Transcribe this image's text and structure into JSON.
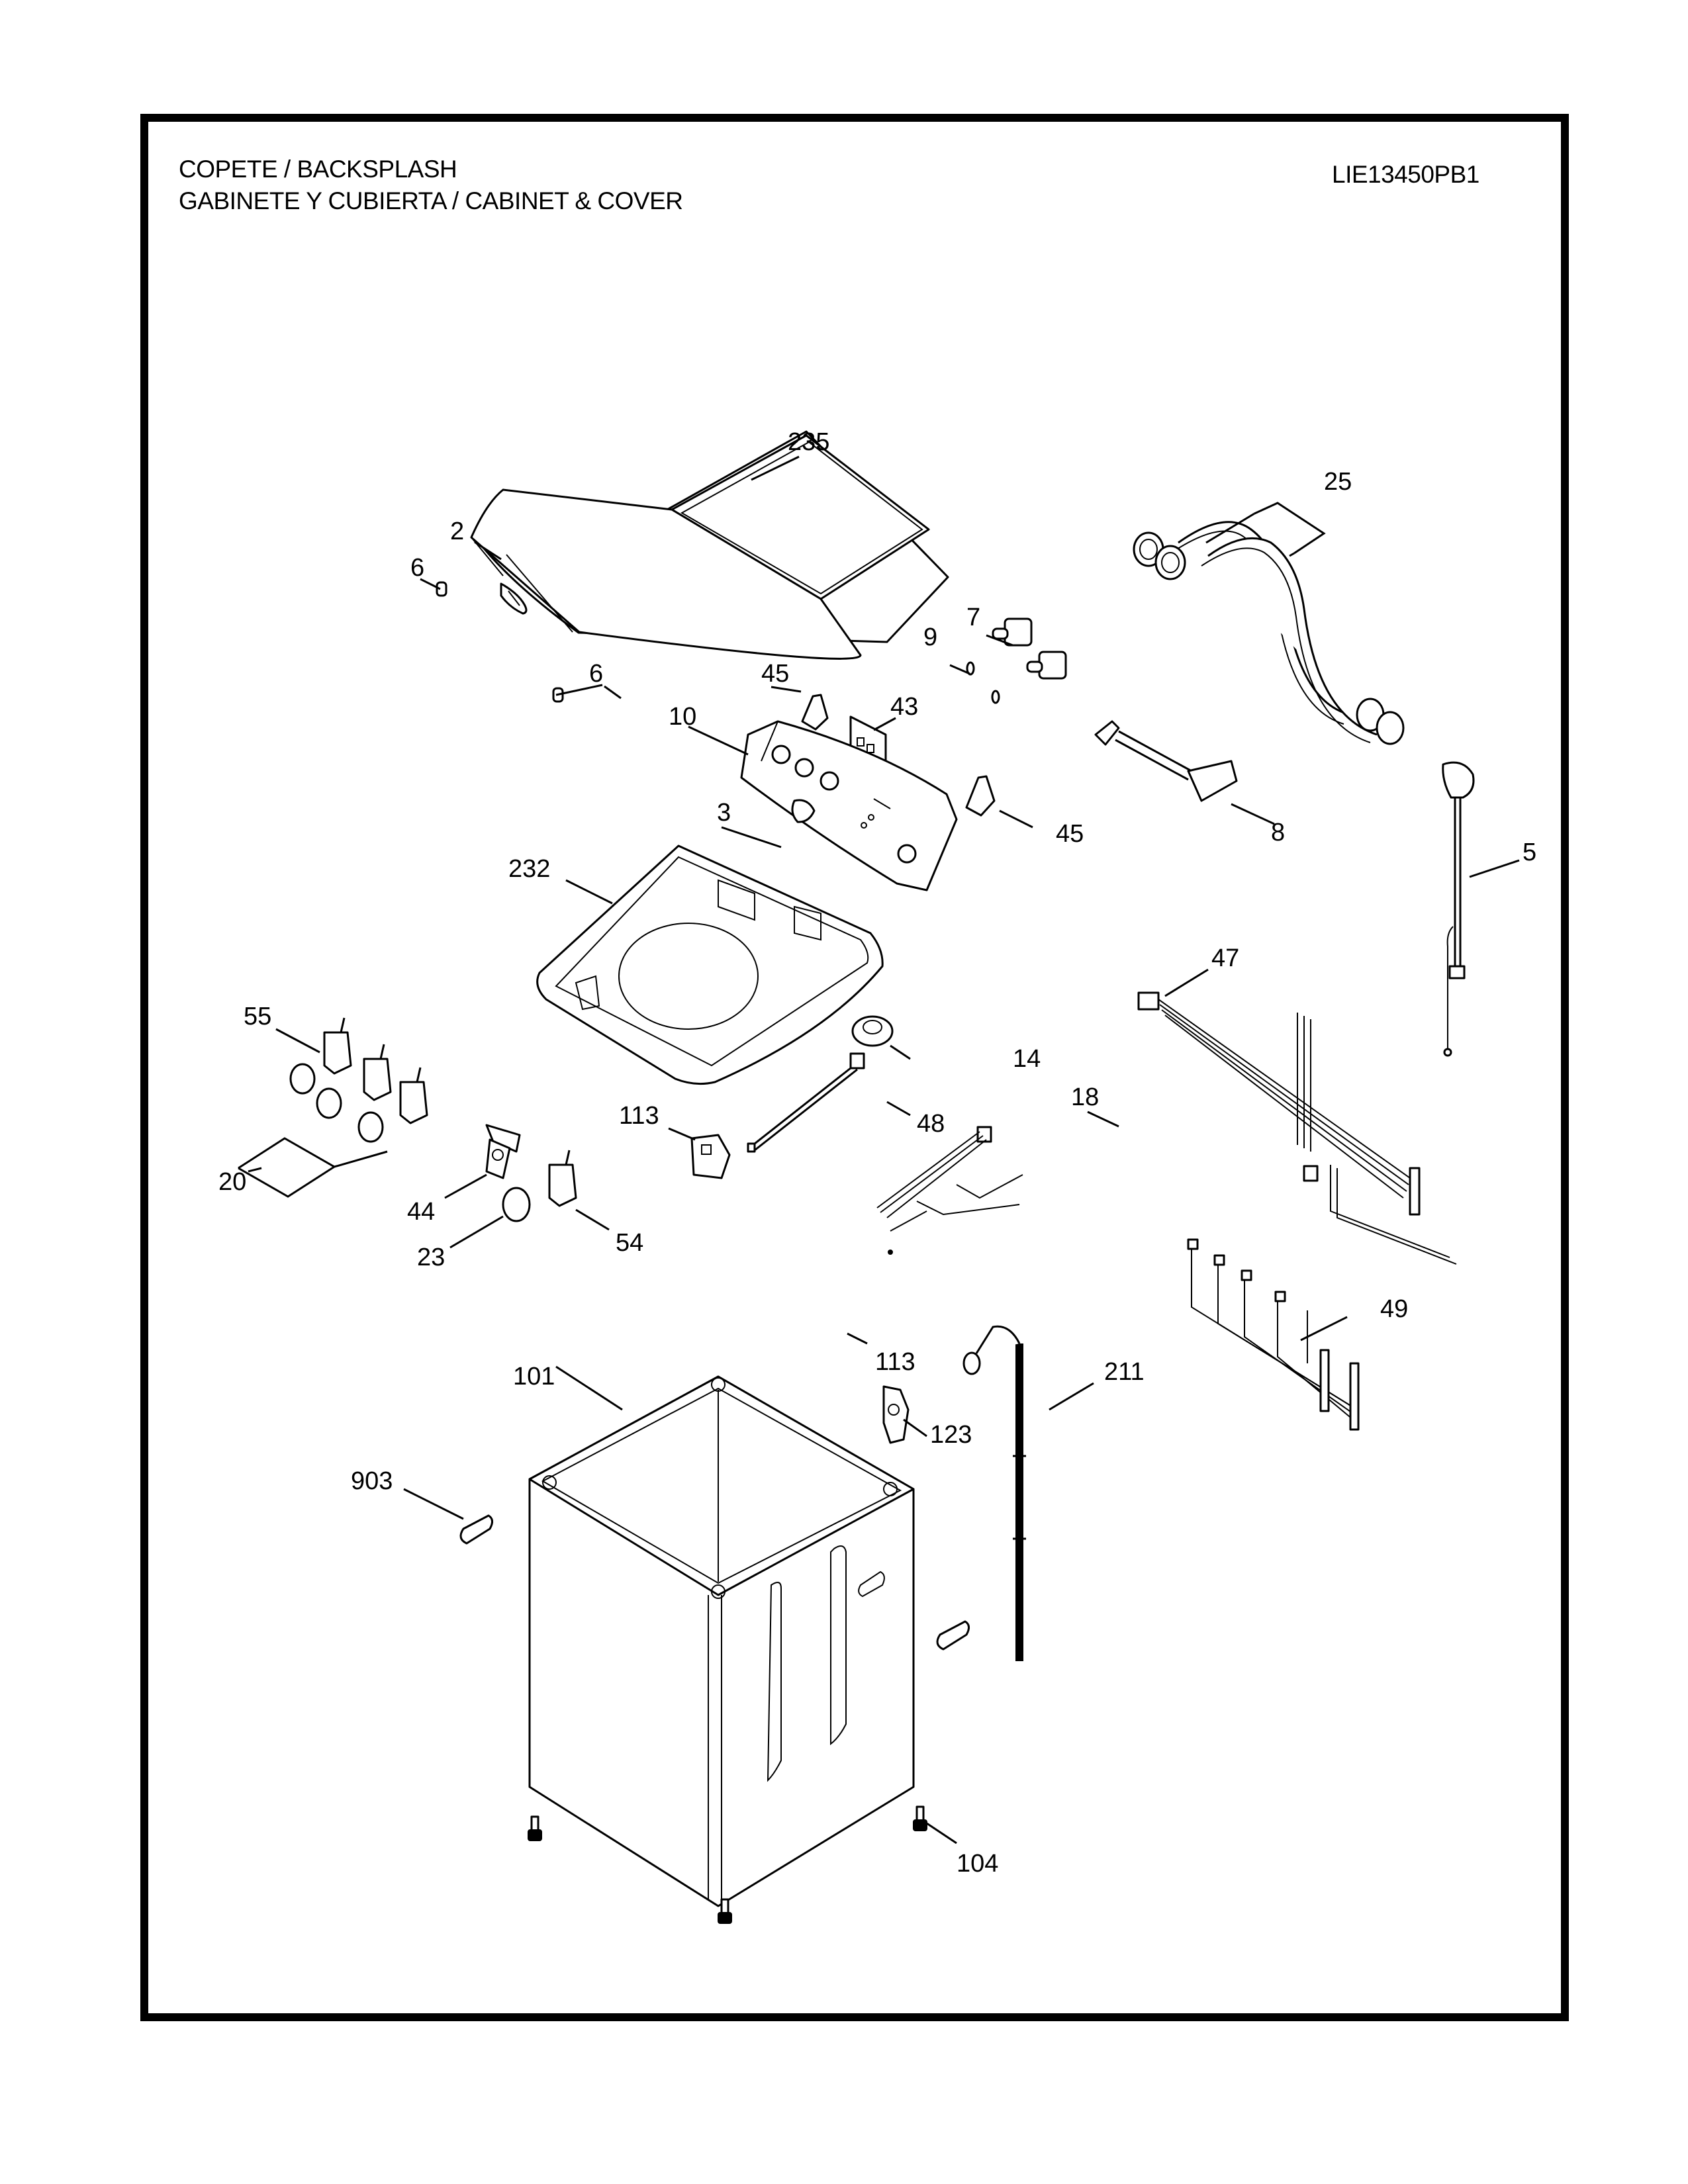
{
  "header": {
    "title_line1": "COPETE / BACKSPLASH",
    "title_line2": "GABINETE Y CUBIERTA / CABINET & COVER",
    "model_number": "LIE13450PB1"
  },
  "callouts": [
    {
      "id": "c235",
      "label": "235",
      "part": "top-cover-lid"
    },
    {
      "id": "c2",
      "label": "2",
      "part": "lid-handle"
    },
    {
      "id": "c6a",
      "label": "6",
      "part": "bumper"
    },
    {
      "id": "c6b",
      "label": "6",
      "part": "bumper"
    },
    {
      "id": "c25",
      "label": "25",
      "part": "inlet-hoses"
    },
    {
      "id": "c7",
      "label": "7",
      "part": "water-valve"
    },
    {
      "id": "c9",
      "label": "9",
      "part": "clamp"
    },
    {
      "id": "c45a",
      "label": "45",
      "part": "bracket"
    },
    {
      "id": "c43",
      "label": "43",
      "part": "control-board"
    },
    {
      "id": "c10",
      "label": "10",
      "part": "backsplash-console"
    },
    {
      "id": "c8",
      "label": "8",
      "part": "inlet-tube-nozzle"
    },
    {
      "id": "c45b",
      "label": "45",
      "part": "bracket"
    },
    {
      "id": "c3",
      "label": "3",
      "part": "button"
    },
    {
      "id": "c232",
      "label": "232",
      "part": "top-panel"
    },
    {
      "id": "c5",
      "label": "5",
      "part": "power-cord"
    },
    {
      "id": "c47",
      "label": "47",
      "part": "wire-harness"
    },
    {
      "id": "c55",
      "label": "55",
      "part": "selector-switch"
    },
    {
      "id": "c14",
      "label": "14",
      "part": "pressure-switch"
    },
    {
      "id": "c20",
      "label": "20",
      "part": "knobs"
    },
    {
      "id": "c113a",
      "label": "113",
      "part": "lid-switch"
    },
    {
      "id": "c48",
      "label": "48",
      "part": "wire-harness"
    },
    {
      "id": "c18",
      "label": "18",
      "part": "wire-harness"
    },
    {
      "id": "c44",
      "label": "44",
      "part": "switch-board"
    },
    {
      "id": "c54",
      "label": "54",
      "part": "selector-switch"
    },
    {
      "id": "c23",
      "label": "23",
      "part": "knob"
    },
    {
      "id": "c49",
      "label": "49",
      "part": "wire-harness"
    },
    {
      "id": "c113b",
      "label": "113",
      "part": "lid-switch"
    },
    {
      "id": "c101",
      "label": "101",
      "part": "cabinet"
    },
    {
      "id": "c211",
      "label": "211",
      "part": "drain-hose"
    },
    {
      "id": "c123",
      "label": "123",
      "part": "hose-guide"
    },
    {
      "id": "c903",
      "label": "903",
      "part": "handle-insert"
    },
    {
      "id": "c104",
      "label": "104",
      "part": "leveling-leg"
    }
  ]
}
